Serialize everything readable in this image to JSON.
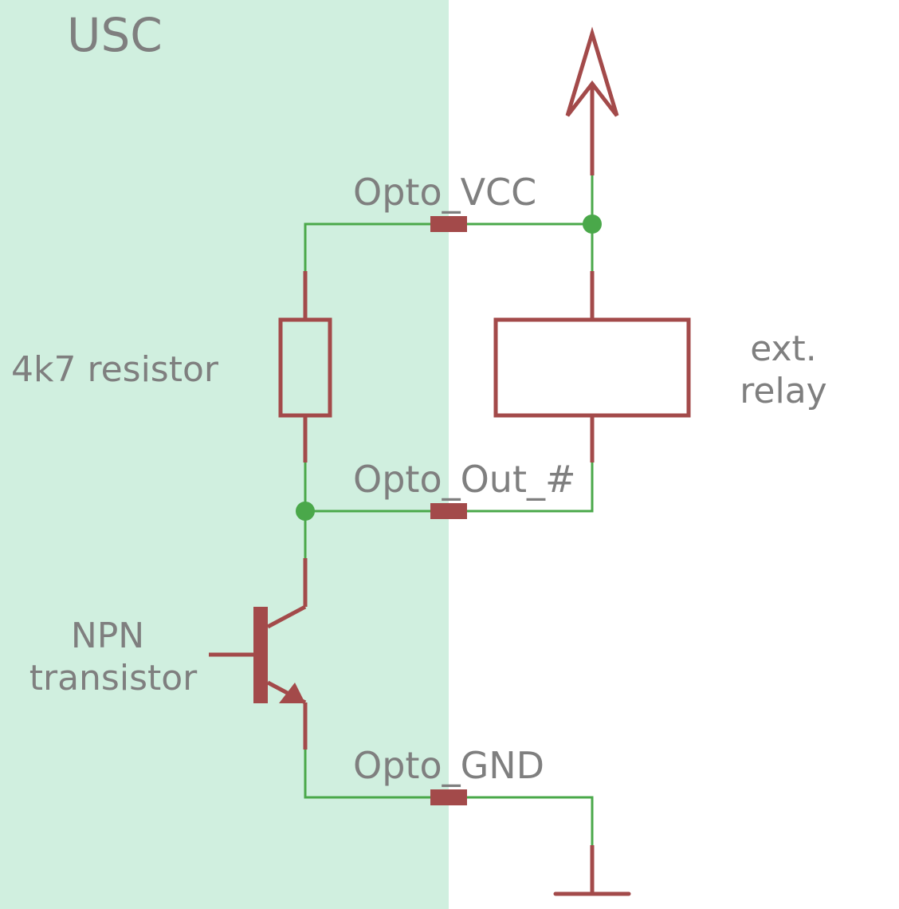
{
  "region_label": "USC",
  "pins": {
    "vcc": "Opto_VCC",
    "out": "Opto_Out_#",
    "gnd": "Opto_GND"
  },
  "resistor_label": "4k7 resistor",
  "relay_label": [
    "ext.",
    "relay"
  ],
  "transistor_label": [
    "NPN",
    "transistor"
  ],
  "colors": {
    "region_fill": "#d0efdf",
    "wire": "#4aa84a",
    "component": "#a34a4a",
    "junction": "#4aa84a",
    "text": "#7f7f7f"
  }
}
